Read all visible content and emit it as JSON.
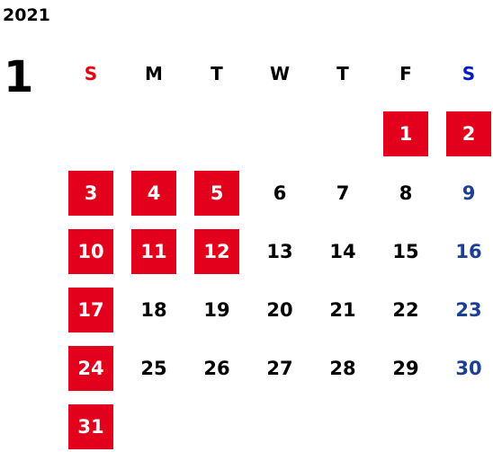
{
  "calendar": {
    "year": "2021",
    "month": "1",
    "weekdays": [
      "S",
      "M",
      "T",
      "W",
      "T",
      "F",
      "S"
    ],
    "colors": {
      "sunday_header": "#e60012",
      "saturday_header": "#0019c9",
      "holiday_bg": "#e2001c",
      "holiday_text": "#ffffff",
      "weekday_text": "#000000",
      "saturday_text": "#1c3f94"
    },
    "weeks": [
      [
        null,
        null,
        null,
        null,
        null,
        {
          "day": "1",
          "type": "holiday"
        },
        {
          "day": "2",
          "type": "holiday"
        }
      ],
      [
        {
          "day": "3",
          "type": "holiday"
        },
        {
          "day": "4",
          "type": "holiday"
        },
        {
          "day": "5",
          "type": "holiday"
        },
        {
          "day": "6",
          "type": "normal"
        },
        {
          "day": "7",
          "type": "normal"
        },
        {
          "day": "8",
          "type": "normal"
        },
        {
          "day": "9",
          "type": "saturday"
        }
      ],
      [
        {
          "day": "10",
          "type": "holiday"
        },
        {
          "day": "11",
          "type": "holiday"
        },
        {
          "day": "12",
          "type": "holiday"
        },
        {
          "day": "13",
          "type": "normal"
        },
        {
          "day": "14",
          "type": "normal"
        },
        {
          "day": "15",
          "type": "normal"
        },
        {
          "day": "16",
          "type": "saturday"
        }
      ],
      [
        {
          "day": "17",
          "type": "holiday"
        },
        {
          "day": "18",
          "type": "normal"
        },
        {
          "day": "19",
          "type": "normal"
        },
        {
          "day": "20",
          "type": "normal"
        },
        {
          "day": "21",
          "type": "normal"
        },
        {
          "day": "22",
          "type": "normal"
        },
        {
          "day": "23",
          "type": "saturday"
        }
      ],
      [
        {
          "day": "24",
          "type": "holiday"
        },
        {
          "day": "25",
          "type": "normal"
        },
        {
          "day": "26",
          "type": "normal"
        },
        {
          "day": "27",
          "type": "normal"
        },
        {
          "day": "28",
          "type": "normal"
        },
        {
          "day": "29",
          "type": "normal"
        },
        {
          "day": "30",
          "type": "saturday"
        }
      ],
      [
        {
          "day": "31",
          "type": "holiday"
        },
        null,
        null,
        null,
        null,
        null,
        null
      ]
    ]
  }
}
